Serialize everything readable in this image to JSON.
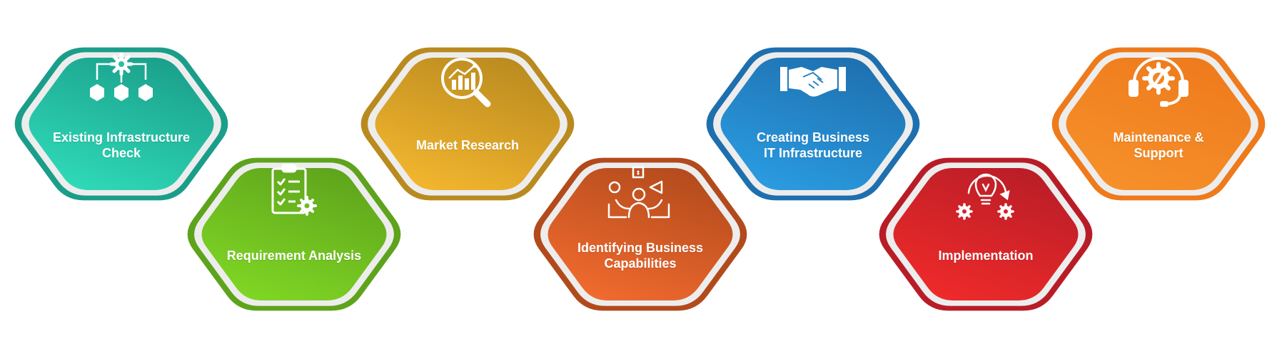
{
  "steps": [
    {
      "lines": [
        "Existing Infrastructure",
        "Check"
      ],
      "icon": "cubes-gear-icon",
      "colors": [
        "#1a9e8a",
        "#2fd9b8"
      ]
    },
    {
      "lines": [
        "Requirement Analysis"
      ],
      "icon": "clipboard-gear-icon",
      "colors": [
        "#5ea31c",
        "#7fd624"
      ]
    },
    {
      "lines": [
        "Market Research"
      ],
      "icon": "magnifier-chart-icon",
      "colors": [
        "#b98a1f",
        "#f2b52e"
      ]
    },
    {
      "lines": [
        "Identifying Business",
        "Capabilities"
      ],
      "icon": "person-juggling-shapes-icon",
      "colors": [
        "#b24a1c",
        "#f06a2e"
      ]
    },
    {
      "lines": [
        "Creating Business",
        "IT Infrastructure"
      ],
      "icon": "handshake-icon",
      "colors": [
        "#1e6fae",
        "#2a9be0"
      ]
    },
    {
      "lines": [
        "Implementation"
      ],
      "icon": "bulb-gears-icon",
      "colors": [
        "#b81d27",
        "#ee2a2a"
      ]
    },
    {
      "lines": [
        "Maintenance &",
        "Support"
      ],
      "icon": "headset-gear-icon",
      "colors": [
        "#ee7a1c",
        "#f6902a"
      ]
    }
  ],
  "ring_color": "#ededed"
}
